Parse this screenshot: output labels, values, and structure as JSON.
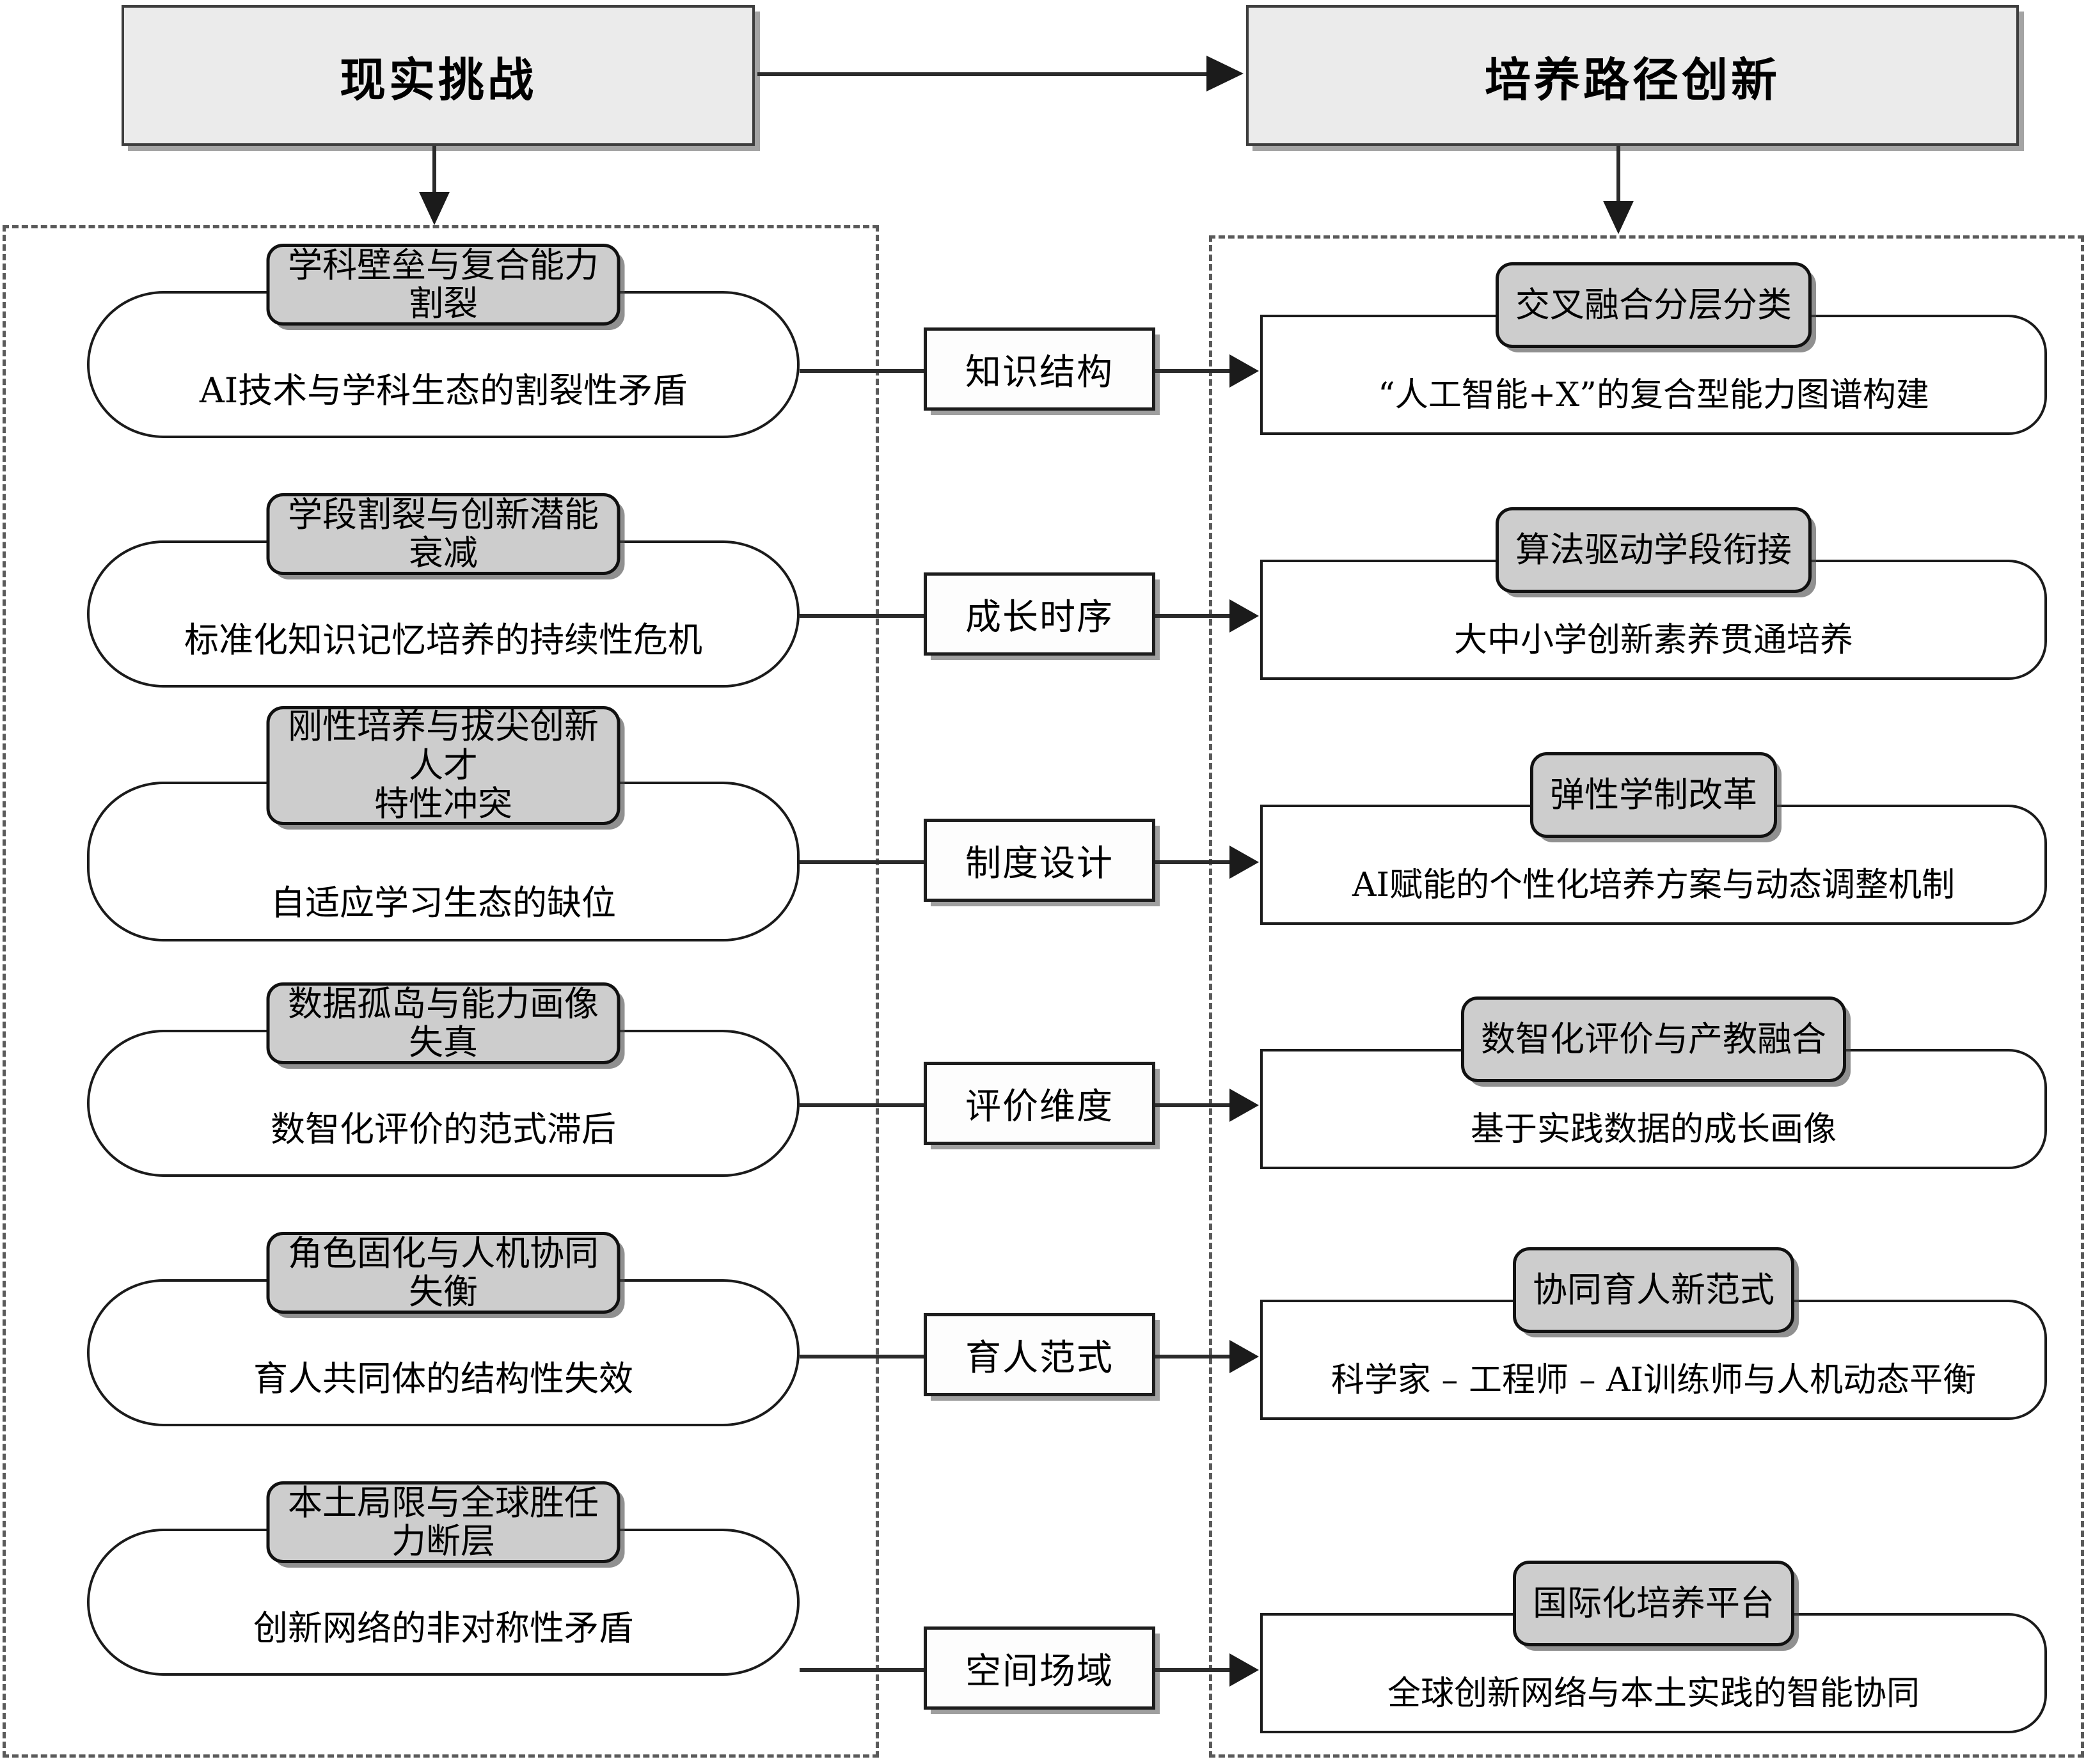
{
  "headers": {
    "left": "现实挑战",
    "right": "培养路径创新"
  },
  "rows": [
    {
      "challenge_title": "学科壁垒与复合能力割裂",
      "challenge_body": "AI技术与学科生态的割裂性矛盾",
      "link": "知识结构",
      "path_title": "交叉融合分层分类",
      "path_body": "“人工智能+X”的复合型能力图谱构建"
    },
    {
      "challenge_title": "学段割裂与创新潜能衰减",
      "challenge_body": "标准化知识记忆培养的持续性危机",
      "link": "成长时序",
      "path_title": "算法驱动学段衔接",
      "path_body": "大中小学创新素养贯通培养"
    },
    {
      "challenge_title": "刚性培养与拔尖创新人才\n特性冲突",
      "challenge_body": "自适应学习生态的缺位",
      "link": "制度设计",
      "path_title": "弹性学制改革",
      "path_body": "AI赋能的个性化培养方案与动态调整机制"
    },
    {
      "challenge_title": "数据孤岛与能力画像失真",
      "challenge_body": "数智化评价的范式滞后",
      "link": "评价维度",
      "path_title": "数智化评价与产教融合",
      "path_body": "基于实践数据的成长画像"
    },
    {
      "challenge_title": "角色固化与人机协同失衡",
      "challenge_body": "育人共同体的结构性失效",
      "link": "育人范式",
      "path_title": "协同育人新范式",
      "path_body": "科学家 – 工程师 – AI训练师与人机动态平衡"
    },
    {
      "challenge_title": "本土局限与全球胜任力断层",
      "challenge_body": "创新网络的非对称性矛盾",
      "link": "空间场域",
      "path_title": "国际化培养平台",
      "path_body": "全球创新网络与本土实践的智能协同"
    }
  ],
  "colors": {
    "chip_fill": "#cdcdcd",
    "header_fill": "#ebebeb",
    "card_fill": "#ffffff",
    "stroke": "#1b1b1b",
    "dashed_border": "#5a5a5a"
  },
  "icons": {
    "arrow_header_link": "arrow-right-icon",
    "arrow_into_left_group": "arrow-down-icon",
    "arrow_into_right_group": "arrow-down-icon",
    "arrow_row_connector": "arrow-right-icon"
  }
}
